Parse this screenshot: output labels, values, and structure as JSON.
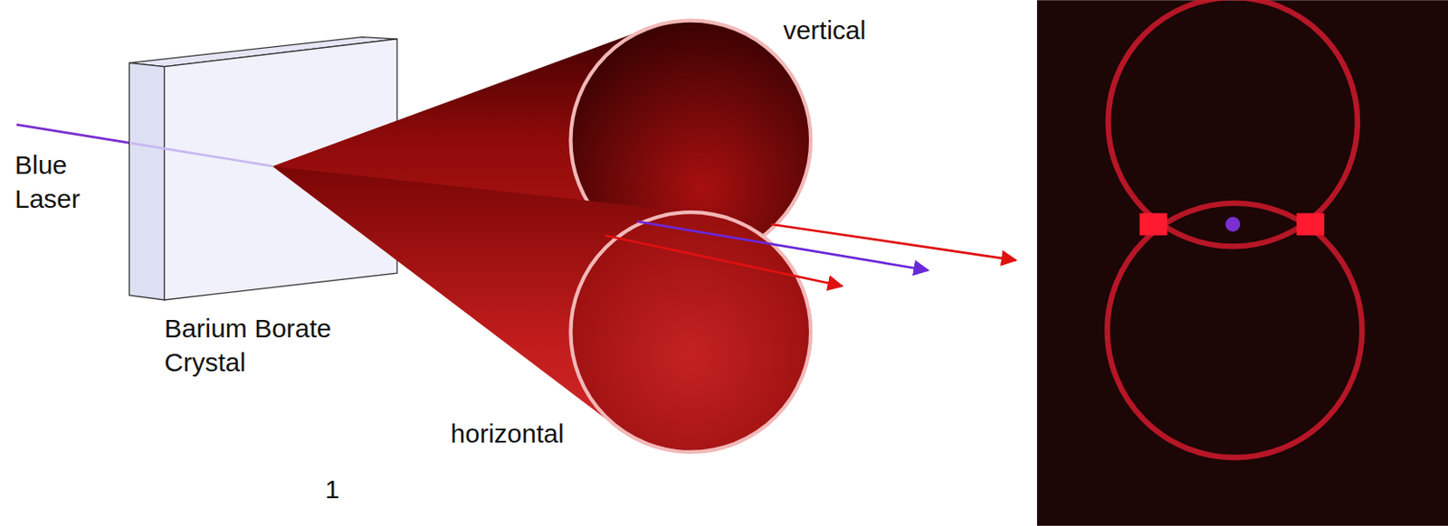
{
  "diagram": {
    "labels": [
      "Blue Laser",
      "vertical",
      "Barium Borate Crystal",
      "horizontal",
      "1"
    ]
  }
}
